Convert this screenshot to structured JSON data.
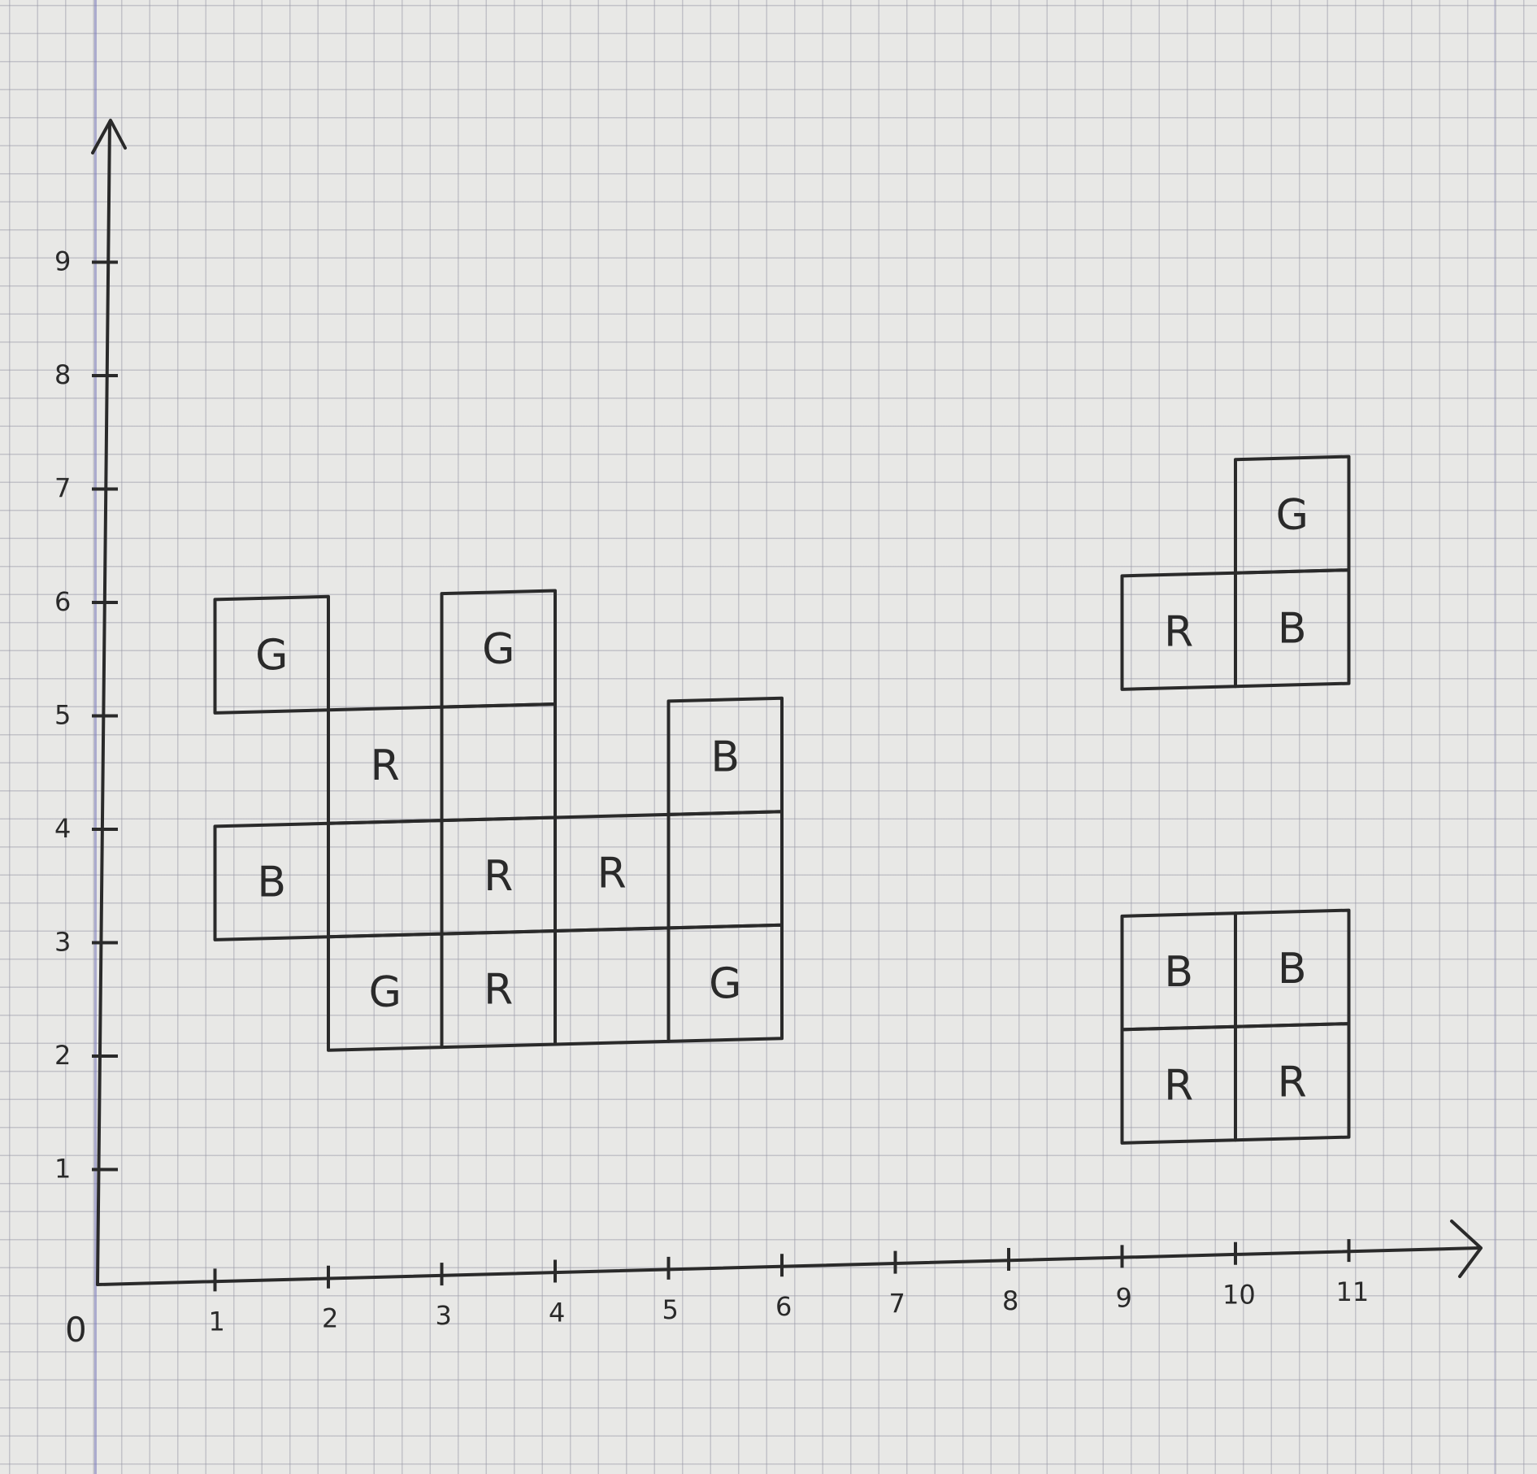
{
  "origin_label": "0",
  "x_axis": {
    "ticks": [
      "1",
      "2",
      "3",
      "4",
      "5",
      "6",
      "7",
      "8",
      "9",
      "10",
      "11"
    ]
  },
  "y_axis": {
    "ticks": [
      "1",
      "2",
      "3",
      "4",
      "5",
      "6",
      "7",
      "8",
      "9"
    ]
  },
  "left_group": {
    "cells": [
      {
        "col": 1,
        "row": 5,
        "letter": "G"
      },
      {
        "col": 3,
        "row": 5,
        "letter": "G"
      },
      {
        "col": 2,
        "row": 4,
        "letter": "R"
      },
      {
        "col": 3,
        "row": 4,
        "letter": ""
      },
      {
        "col": 5,
        "row": 4,
        "letter": "B"
      },
      {
        "col": 1,
        "row": 3,
        "letter": "B"
      },
      {
        "col": 2,
        "row": 3,
        "letter": ""
      },
      {
        "col": 3,
        "row": 3,
        "letter": "R"
      },
      {
        "col": 4,
        "row": 3,
        "letter": "R"
      },
      {
        "col": 5,
        "row": 3,
        "letter": ""
      },
      {
        "col": 2,
        "row": 2,
        "letter": "G"
      },
      {
        "col": 3,
        "row": 2,
        "letter": "R"
      },
      {
        "col": 4,
        "row": 2,
        "letter": ""
      },
      {
        "col": 5,
        "row": 2,
        "letter": "G"
      }
    ]
  },
  "top_right_group": {
    "cells": [
      {
        "col": 10,
        "row": 6,
        "letter": "G"
      },
      {
        "col": 9,
        "row": 5,
        "letter": "R"
      },
      {
        "col": 10,
        "row": 5,
        "letter": "B"
      }
    ]
  },
  "bottom_right_group": {
    "cells": [
      {
        "col": 9,
        "row": 2,
        "letter": "B"
      },
      {
        "col": 10,
        "row": 2,
        "letter": "B"
      },
      {
        "col": 9,
        "row": 1,
        "letter": "R"
      },
      {
        "col": 10,
        "row": 1,
        "letter": "R"
      }
    ]
  },
  "colors": {
    "ink": "#2a2a2a",
    "paper": "#e8e8e6",
    "grid": "#9696a5",
    "margin": "#7878b9"
  }
}
